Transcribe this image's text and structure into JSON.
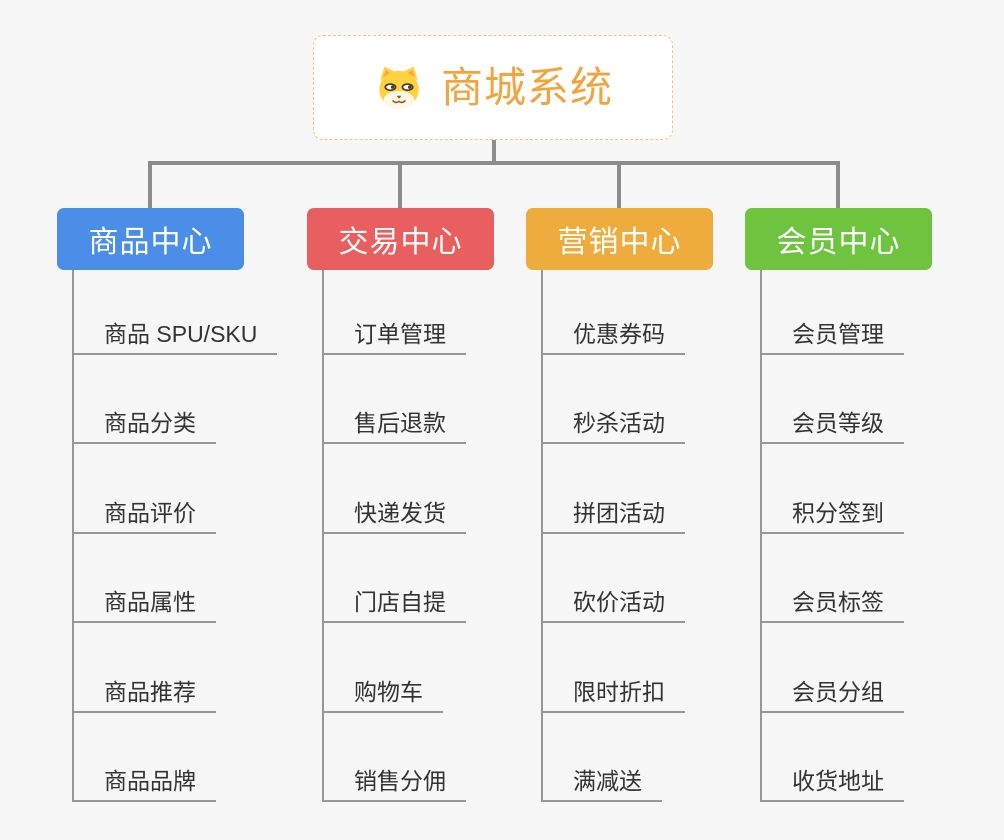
{
  "root": {
    "title": "商城系统",
    "icon": "dog-icon"
  },
  "branches": [
    {
      "label": "商品中心",
      "color": "#4a8ee8",
      "items": [
        "商品 SPU/SKU",
        "商品分类",
        "商品评价",
        "商品属性",
        "商品推荐",
        "商品品牌"
      ]
    },
    {
      "label": "交易中心",
      "color": "#e95f5f",
      "items": [
        "订单管理",
        "售后退款",
        "快递发货",
        "门店自提",
        "购物车",
        "销售分佣"
      ]
    },
    {
      "label": "营销中心",
      "color": "#eeac3c",
      "items": [
        "优惠券码",
        "秒杀活动",
        "拼团活动",
        "砍价活动",
        "限时折扣",
        "满减送"
      ]
    },
    {
      "label": "会员中心",
      "color": "#6ec33f",
      "items": [
        "会员管理",
        "会员等级",
        "积分签到",
        "会员标签",
        "会员分组",
        "收货地址"
      ]
    }
  ],
  "colors": {
    "background": "#f7f7f7",
    "connector": "#8c8c8c",
    "leaf_line": "#979797",
    "leaf_text": "#333333",
    "root_title": "#f2a53e",
    "root_border": "#f2c37e",
    "root_fill": "#ffffff"
  }
}
